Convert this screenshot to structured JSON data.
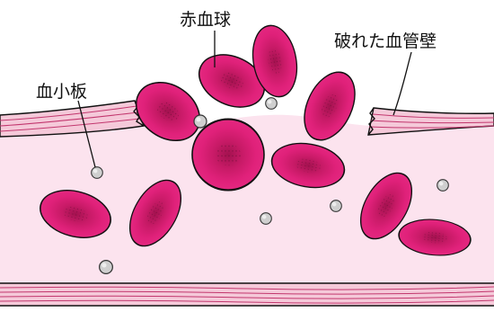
{
  "labels": {
    "rbc": "赤血球",
    "platelet": "血小板",
    "wall": "破れた血管壁"
  },
  "colors": {
    "background": "#ffffff",
    "vessel_lumen": "#fce3ee",
    "vessel_wall": "#f5c9d9",
    "wall_line": "#c2376e",
    "outline": "#111111",
    "rbc_fill": "#e0217a",
    "rbc_center": "#b4155d",
    "platelet_fill": "#cfcfcf"
  }
}
